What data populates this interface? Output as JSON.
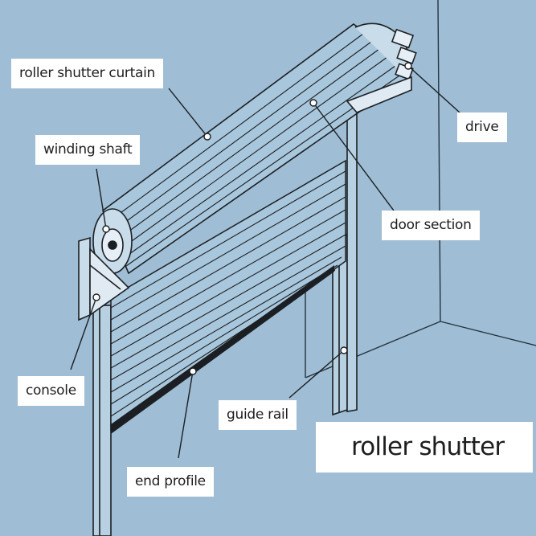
{
  "diagram": {
    "title": "roller shutter",
    "labels": {
      "curtain": "roller shutter curtain",
      "winding_shaft": "winding shaft",
      "drive": "drive",
      "door_section": "door section",
      "console": "console",
      "guide_rail": "guide rail",
      "end_profile": "end profile"
    }
  },
  "colors": {
    "background": "#9fbdd4",
    "shutter": "#a9c7dc",
    "line": "#1b1f23",
    "label_box": "#ffffff"
  }
}
